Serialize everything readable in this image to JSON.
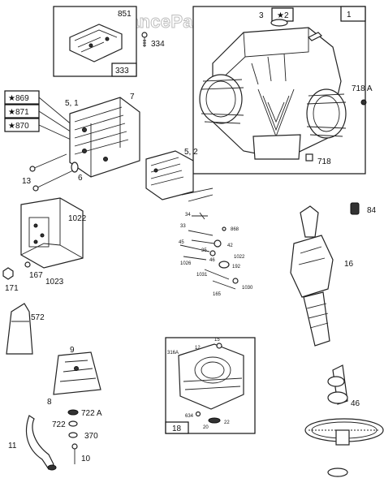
{
  "watermark": "AppliancePartsPros.com",
  "boxes": {
    "top_left_kit": [
      "851",
      "333"
    ],
    "block": "1",
    "repair_cyl": "18",
    "star_kit": [
      "★869",
      "★871",
      "★870"
    ],
    "star_2": "★2"
  },
  "labels": [
    "334",
    "3",
    "718 A",
    "718",
    "84",
    "5, 1",
    "7",
    "13",
    "6",
    "5, 2",
    "1022",
    "167",
    "171",
    "1023",
    "16",
    "572",
    "9",
    "8",
    "722 A",
    "722",
    "370",
    "11",
    "10",
    "46",
    "15",
    "12",
    "316A",
    "634",
    "22",
    "20"
  ],
  "small_labels": [
    "34",
    "33",
    "45",
    "868",
    "42",
    "35",
    "46",
    "1026",
    "1022",
    "192",
    "1031",
    "1030",
    "165"
  ]
}
